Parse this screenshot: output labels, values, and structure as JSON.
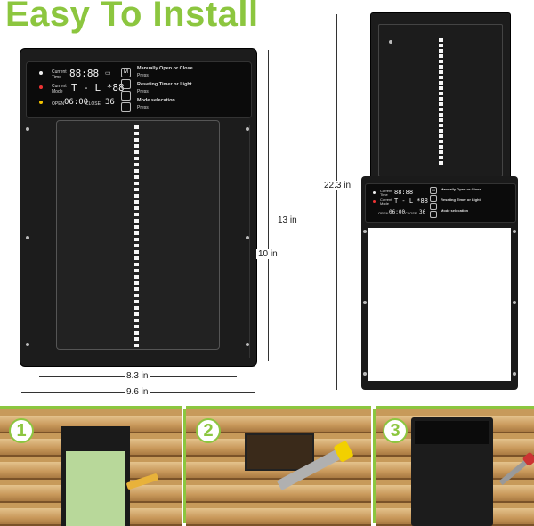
{
  "title": "Easy  To Install",
  "colors": {
    "accent": "#8cc63f",
    "door": "#1c1c1c",
    "wood": "#c79a5a"
  },
  "panel": {
    "current_time_label": "Current Time",
    "current_mode_label": "Current Mode",
    "time_display": "88:88",
    "mode_display": "T - L *88",
    "open_label": "OPEN",
    "open_time": "06:00",
    "close_label": "CLOSE",
    "close_value": "36",
    "btn_m": "M",
    "instr1_title": "Manually Open or Close",
    "instr1_body": "Press",
    "instr2_title": "Reseting Timer or Light",
    "instr2_body": "Press",
    "instr3_title": "Mode selecation",
    "instr3_body": "Press"
  },
  "dimensions": {
    "height_outer": "13 in",
    "height_inner": "10 in",
    "width_inner": "8.3 in",
    "width_outer": "9.6 in",
    "extended_height": "22.3 in"
  },
  "steps": [
    {
      "number": "1",
      "icon": "pencil-marking-icon"
    },
    {
      "number": "2",
      "icon": "saw-cutting-icon"
    },
    {
      "number": "3",
      "icon": "screwdriver-mounting-icon"
    }
  ]
}
